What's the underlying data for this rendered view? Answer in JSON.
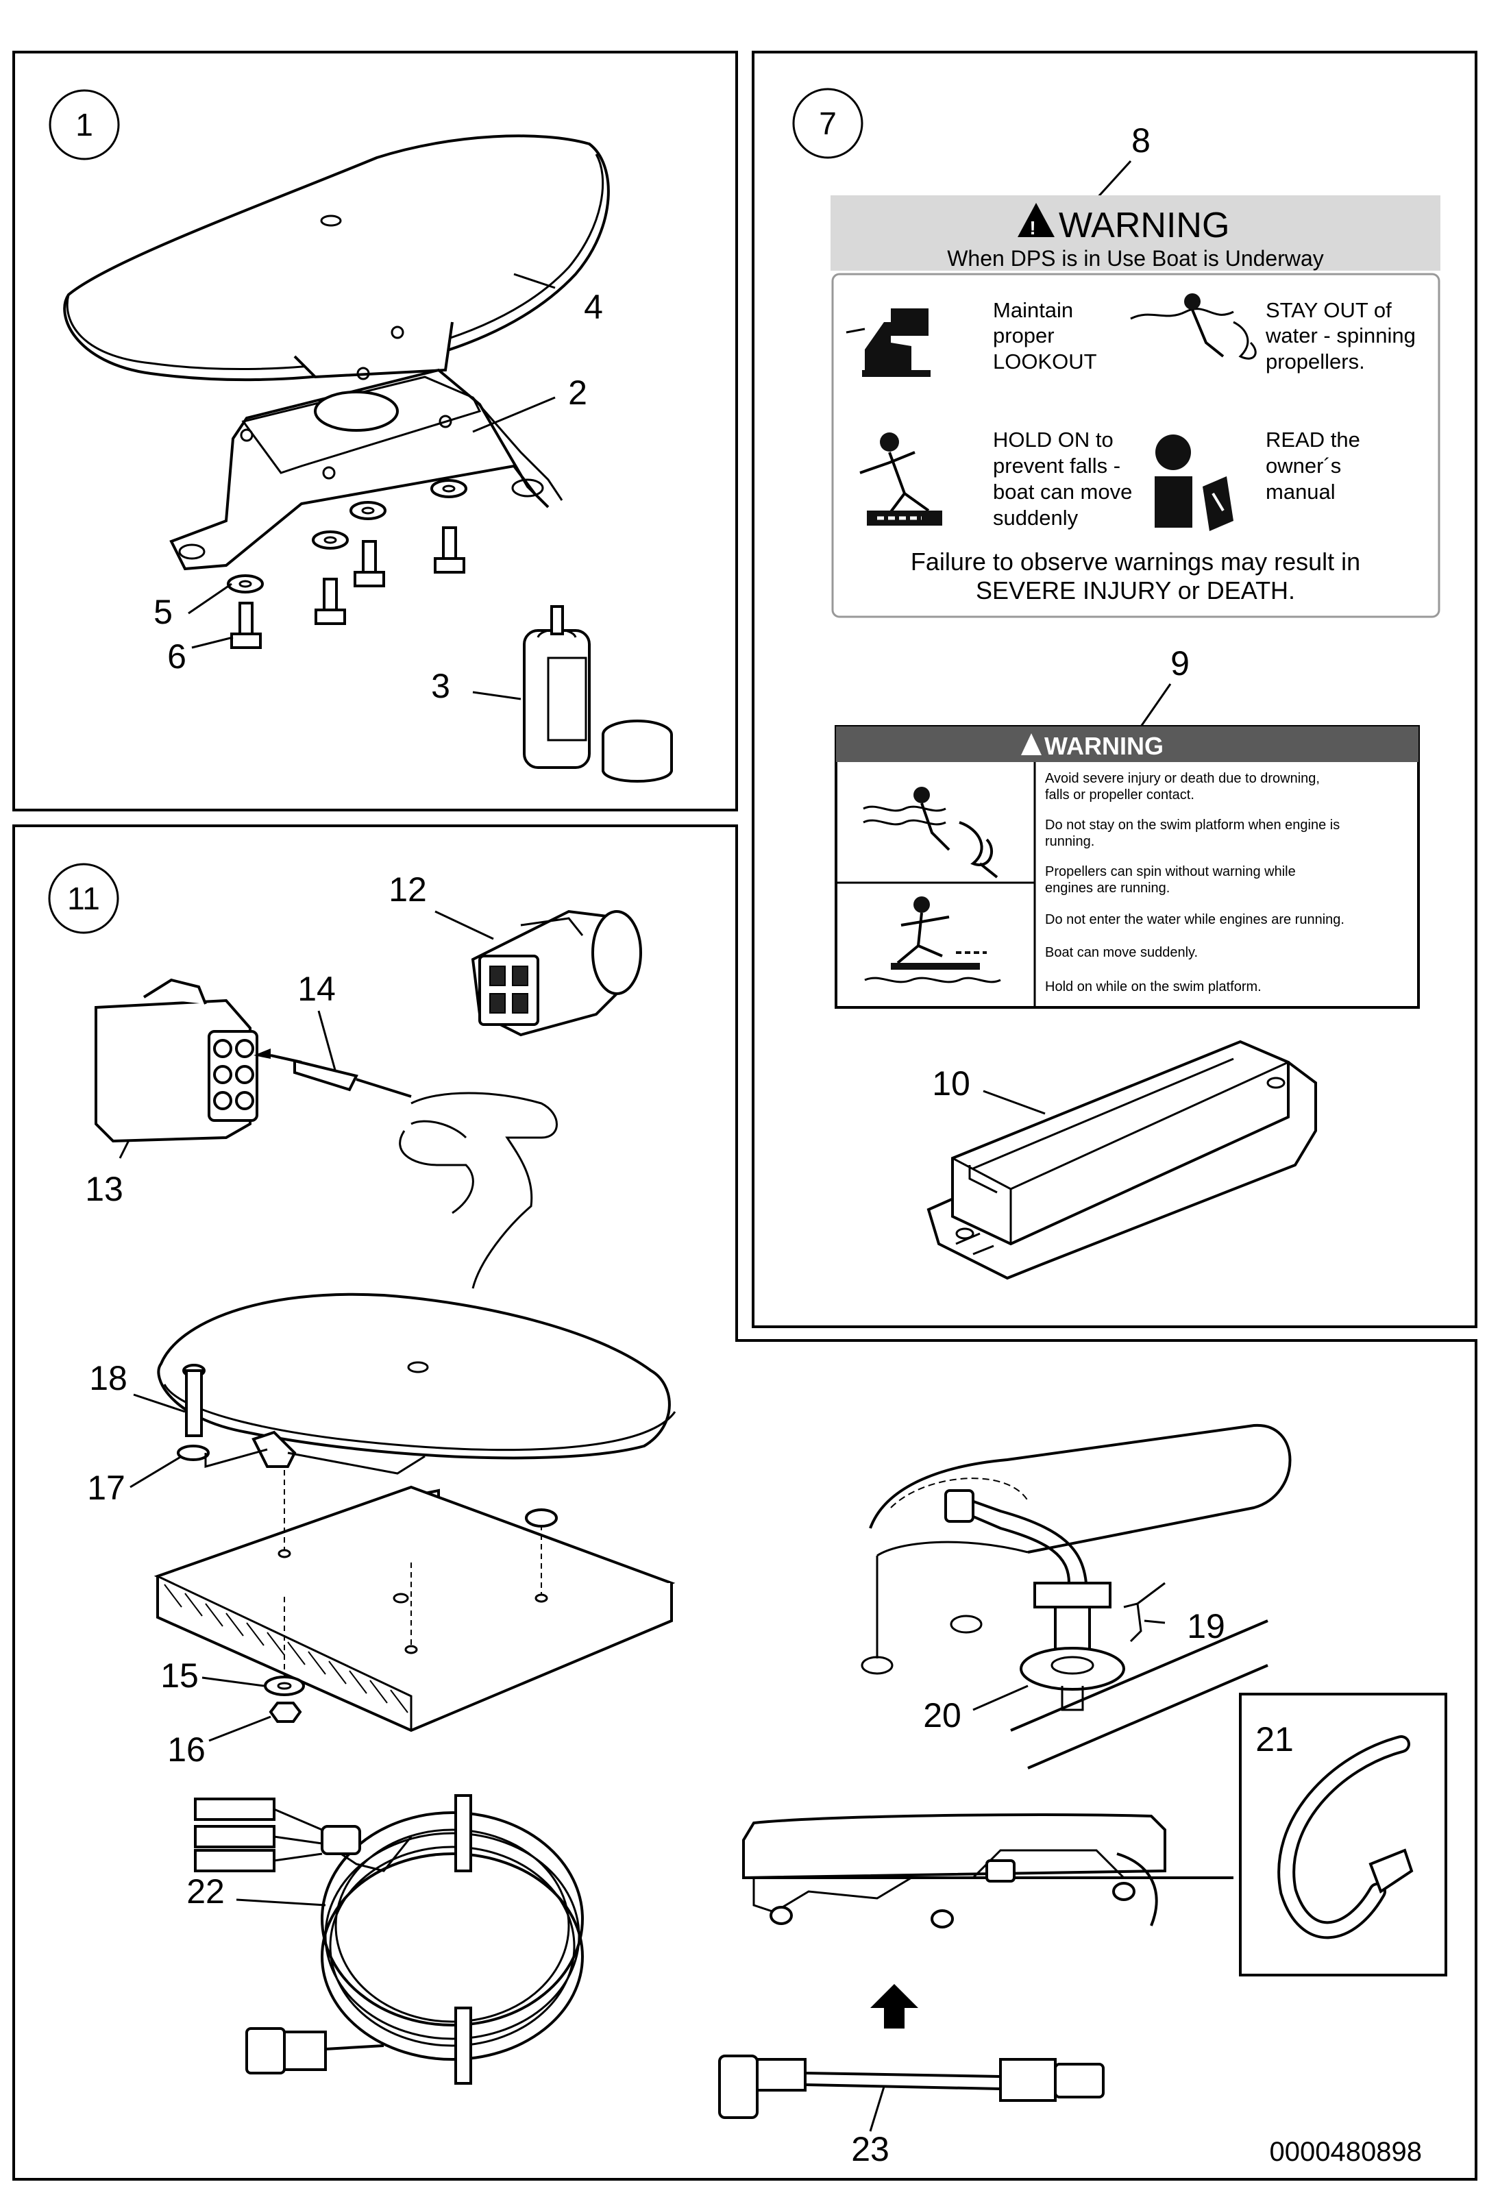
{
  "panels": {
    "p1": "1",
    "p7": "7",
    "p11": "11"
  },
  "callouts": {
    "c2": "2",
    "c3": "3",
    "c4": "4",
    "c5": "5",
    "c6": "6",
    "c8": "8",
    "c9": "9",
    "c10": "10",
    "c12": "12",
    "c13": "13",
    "c14": "14",
    "c15": "15",
    "c16": "16",
    "c17": "17",
    "c18": "18",
    "c19": "19",
    "c20": "20",
    "c21": "21",
    "c22": "22",
    "c23": "23"
  },
  "decal8": {
    "header": "WARNING",
    "subheader": "When DPS is in Use Boat is Underway",
    "item1": [
      "Maintain",
      "proper",
      "LOOKOUT"
    ],
    "item2": [
      "STAY OUT of",
      "water - spinning",
      "propellers."
    ],
    "item3": [
      "HOLD ON to",
      "prevent falls -",
      "boat can move",
      "suddenly"
    ],
    "item4": [
      "READ the",
      "owner´s",
      "manual"
    ],
    "footer1": "Failure to observe warnings may result in",
    "footer2": "SEVERE INJURY or DEATH."
  },
  "decal9": {
    "header": "WARNING",
    "lines": [
      "Avoid severe injury or death due to drowning,",
      "falls or propeller contact.",
      "Do not stay on the swim platform when engine is",
      "running.",
      "Propellers can spin without warning while",
      "engines are running.",
      "Do not enter the water while engines are running.",
      "Boat can move suddenly.",
      "Hold on while on the swim platform."
    ]
  },
  "figure_id": "0000480898"
}
